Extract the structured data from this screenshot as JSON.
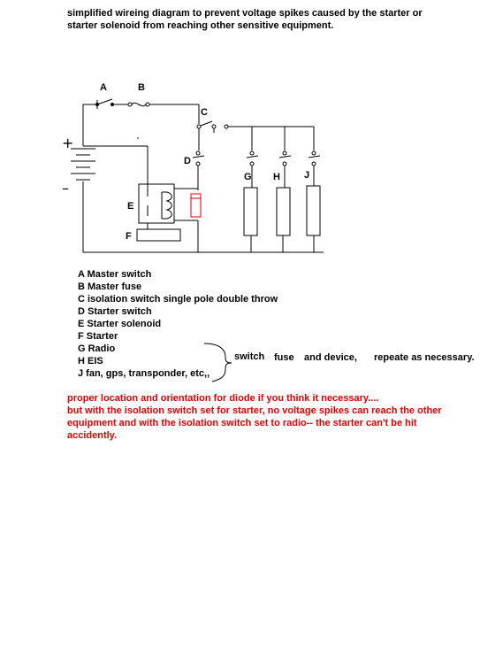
{
  "title_lines": [
    "simplified wireing diagram to prevent voltage spikes caused by the starter or",
    "starter solenoid from reaching other sensitive equipment."
  ],
  "diagram": {
    "plus_sign": "+",
    "minus_sign": "–",
    "labels": {
      "A": "A",
      "B": "B",
      "C": "C",
      "D": "D",
      "E": "E",
      "F": "F",
      "G": "G",
      "H": "H",
      "J": "J"
    }
  },
  "legend": [
    "A  Master switch",
    "B  Master fuse",
    "C isolation switch   single pole double throw",
    "D  Starter switch",
    "E Starter solenoid",
    "F Starter",
    "G Radio",
    "H EIS",
    "J fan, gps, transponder, etc,,"
  ],
  "brace_note": [
    "switch",
    "fuse",
    "and device,",
    "repeate as necessary."
  ],
  "red_note": [
    "proper location and orientation for diode  if you think it necessary....",
    "but with the isolation switch set for starter,  no voltage spikes can reach the other",
    "equipment   and with the isolation switch set to radio--  the starter can't be hit",
    "accidently."
  ],
  "colors": {
    "text": "#000000",
    "note": "#e00000",
    "diode": "#e00000",
    "wire": "#000000"
  }
}
